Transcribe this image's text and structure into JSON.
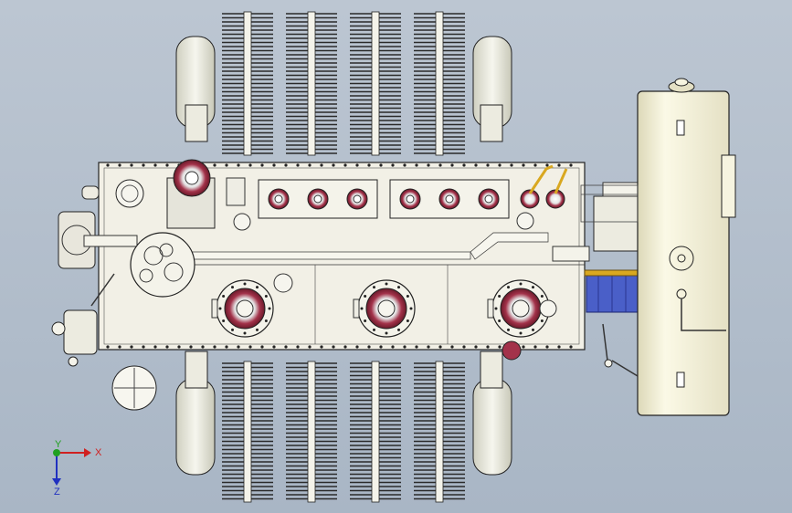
{
  "viewport": {
    "background_top": "#bcc6d2",
    "background_bottom": "#a9b6c5"
  },
  "model": {
    "line_color": "#1a1a1a",
    "tank_fill": "#f2f0e6",
    "fin_color": "#2a2a2a",
    "bushing_red": "#a3324a",
    "cooler_blue": "#4a5fc8",
    "lead_yellow": "#d9a820",
    "conservator_fill": "#f4f1d4"
  },
  "triad": {
    "x_label": "X",
    "y_label": "Y",
    "z_label": "Z",
    "x_color": "#d02020",
    "y_color": "#20a020",
    "z_color": "#2030c0"
  }
}
